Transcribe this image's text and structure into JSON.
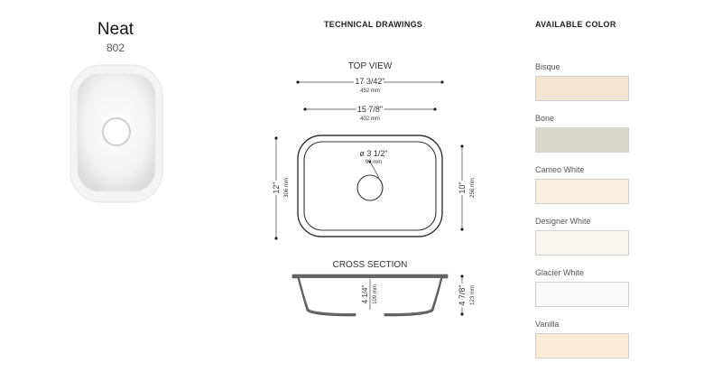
{
  "product": {
    "name": "Neat",
    "code": "802"
  },
  "sections": {
    "technical_drawings": "TECHNICAL DRAWINGS",
    "available_color": "AVAILABLE COLOR"
  },
  "top_view": {
    "title": "TOP VIEW",
    "overall_width_in": "17 3/42\"",
    "overall_width_mm": "452 mm",
    "inner_width_in": "15 7/8\"",
    "inner_width_mm": "402 mm",
    "drain_in": "ø 3 1/2\"",
    "drain_mm": "90 mm",
    "overall_depth_in": "12\"",
    "overall_depth_mm": "306 mm",
    "inner_depth_in": "10\"",
    "inner_depth_mm": "256 mm"
  },
  "cross_section": {
    "title": "CROSS SECTION",
    "bowl_depth_in": "4 1/4\"",
    "bowl_depth_mm": "109 mm",
    "overall_height_in": "4 7/8\"",
    "overall_height_mm": "123 mm"
  },
  "colors": [
    {
      "name": "Bisque",
      "hex": "#f4e4d2"
    },
    {
      "name": "Bone",
      "hex": "#d9d8cc"
    },
    {
      "name": "Cameo White",
      "hex": "#f8f1e2"
    },
    {
      "name": "Designer White",
      "hex": "#f7f6f1"
    },
    {
      "name": "Glacier White",
      "hex": "#fafafa"
    },
    {
      "name": "Vanilla",
      "hex": "#fbecd9"
    }
  ]
}
